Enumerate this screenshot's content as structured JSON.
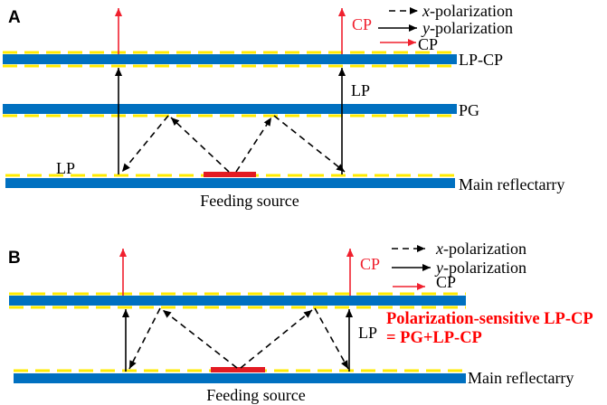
{
  "panel_a": {
    "label": "A",
    "legend": {
      "x_symbol": "x",
      "x_suffix": "-polarization",
      "y_symbol": "y",
      "y_suffix": "-polarization",
      "cp": "CP"
    },
    "beam_labels": {
      "lp_left": "LP",
      "lp_right": "LP",
      "cp_right": "CP"
    },
    "layers": {
      "top": "LP-CP",
      "middle": "PG",
      "main": "Main reflectarry"
    },
    "feed": "Feeding source"
  },
  "panel_b": {
    "label": "B",
    "legend": {
      "x_symbol": "x",
      "x_suffix": "-polarization",
      "y_symbol": "y",
      "y_suffix": "-polarization",
      "cp": "CP"
    },
    "beam_labels": {
      "lp_right": "LP",
      "cp_right": "CP"
    },
    "layers": {
      "main": "Main reflectarry"
    },
    "composite_layer": {
      "title": "Polarization-sensitive LP-CP",
      "formula": "= PG+LP-CP"
    },
    "feed": "Feeding source"
  },
  "colors": {
    "substrate": "#0070C0",
    "metal_patch": "#FFEB00",
    "feed": "#E31B23",
    "cp_beam": "#F0202E",
    "lp_beam": "#000000",
    "highlight_text": "#FF0000"
  }
}
